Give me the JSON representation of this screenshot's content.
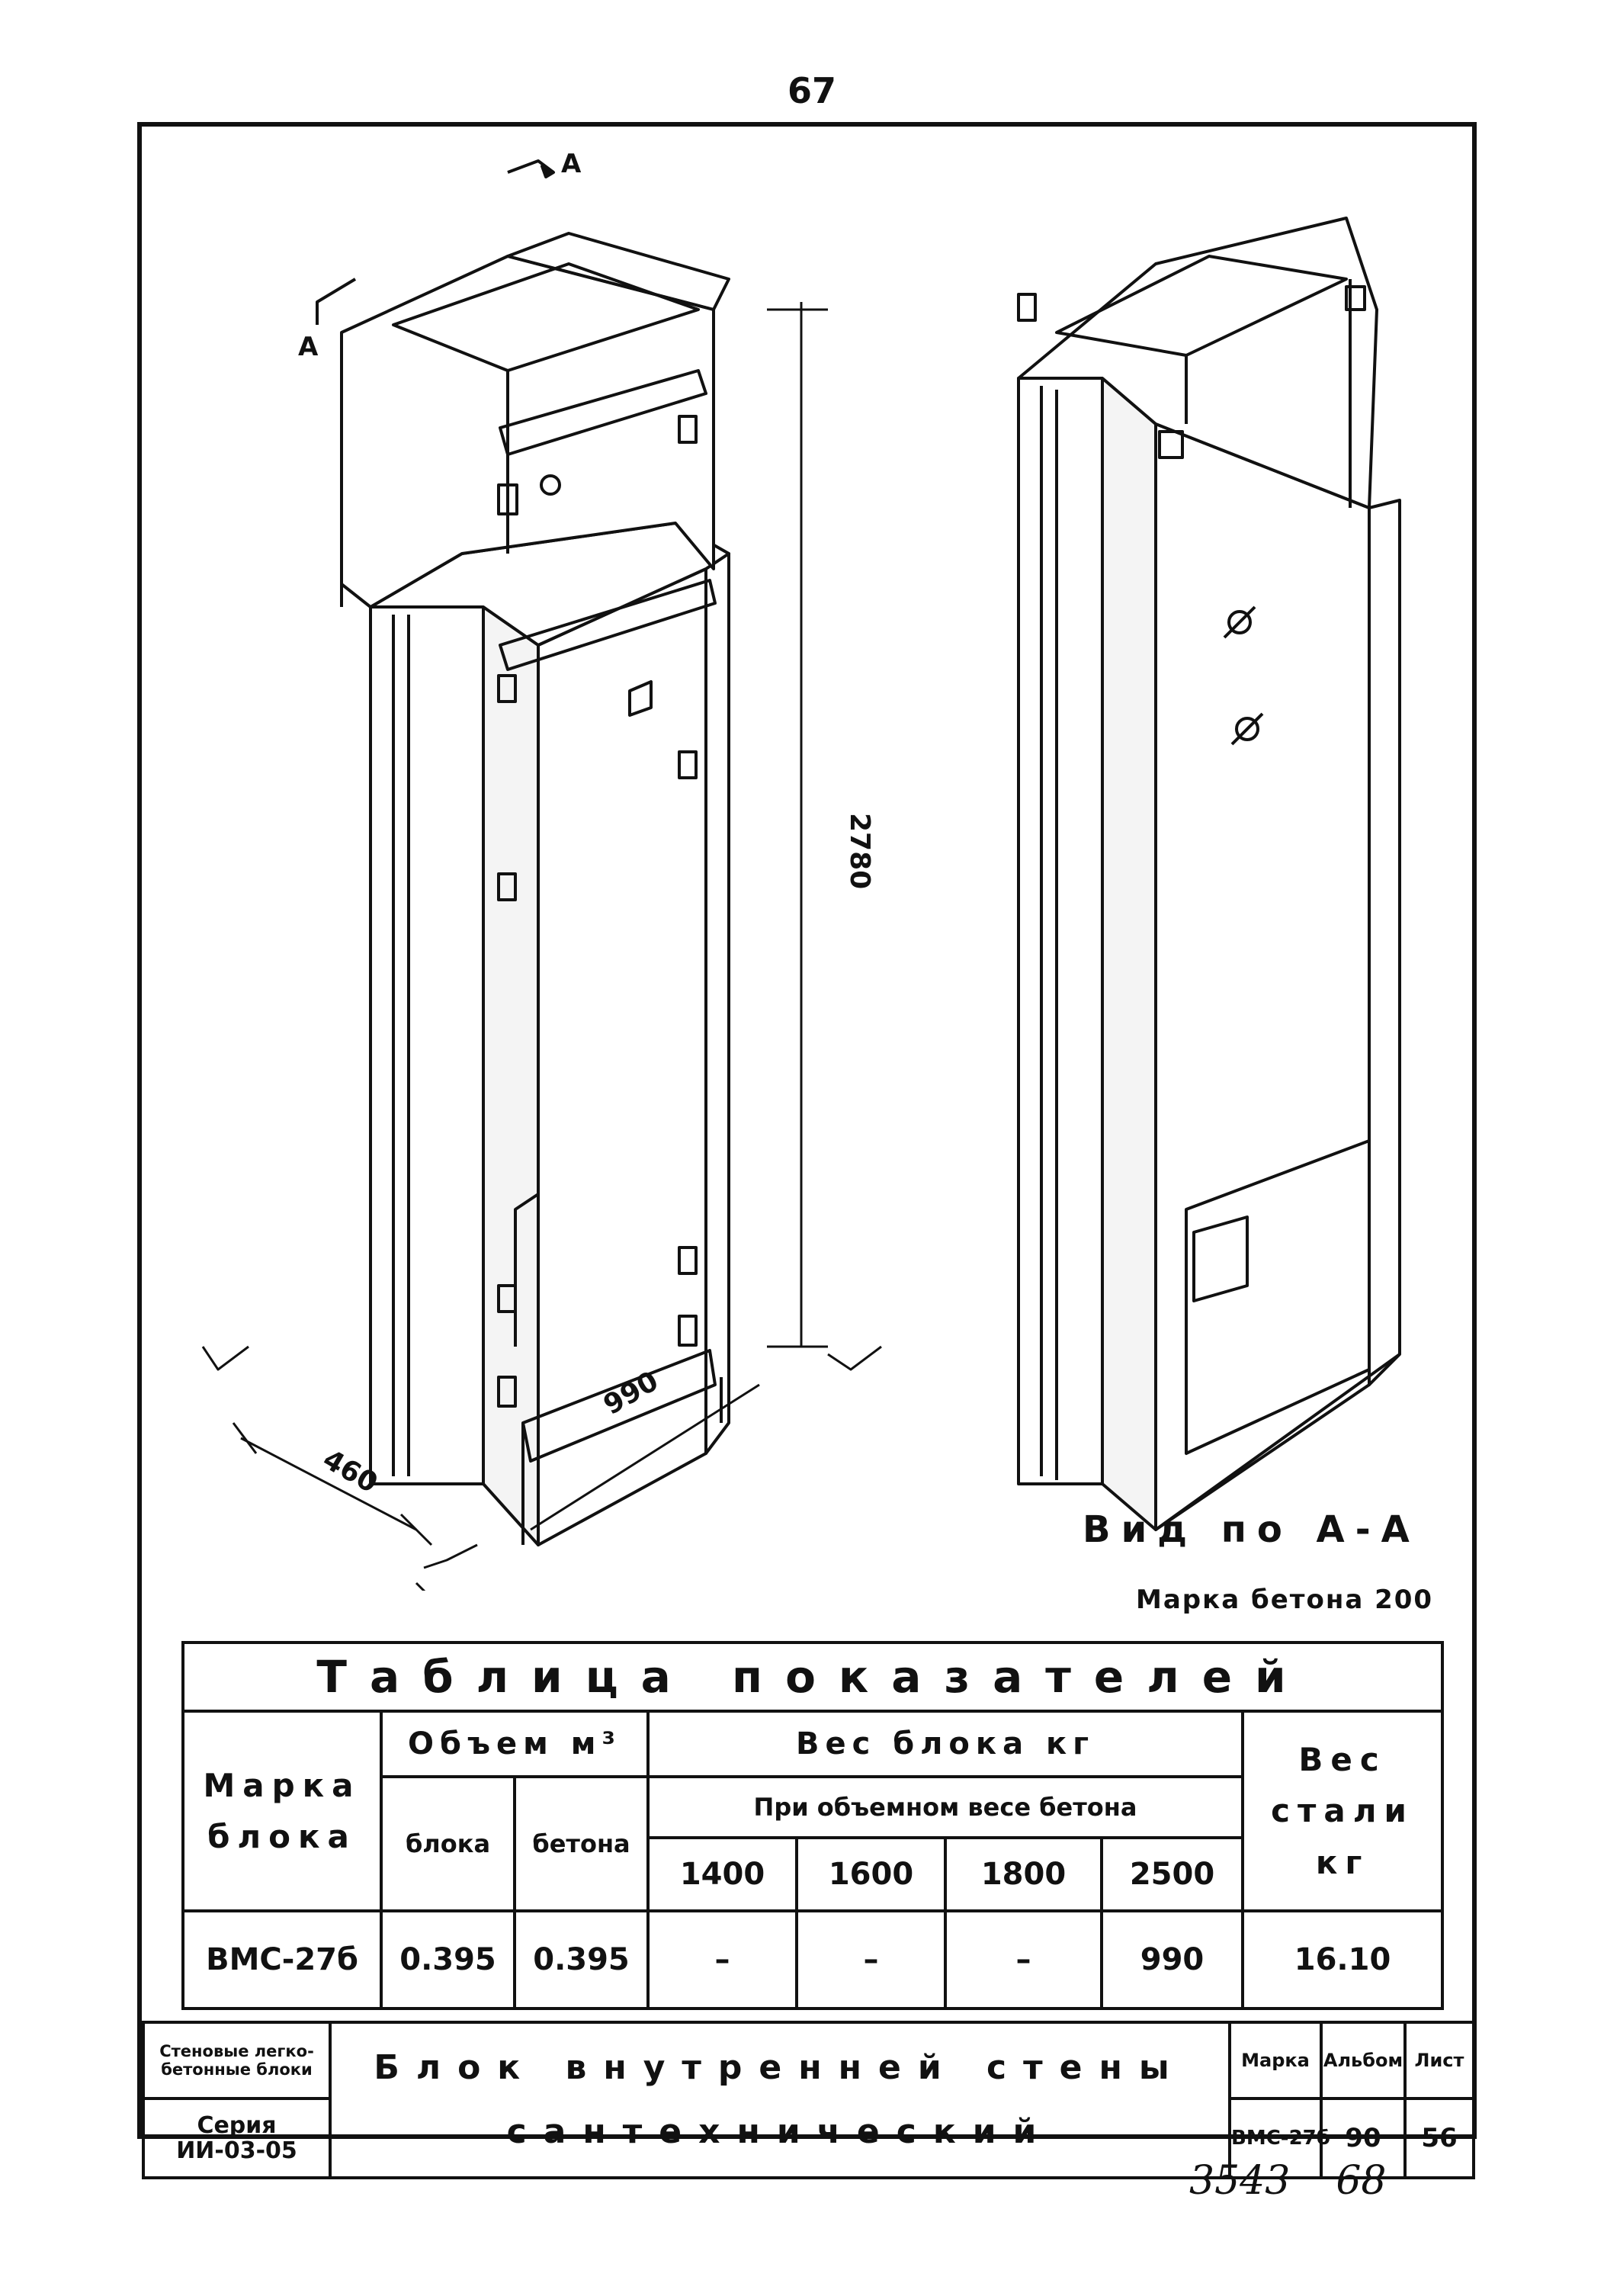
{
  "page_number": "67",
  "drawing": {
    "section_marker": "A",
    "dim_height": "2780",
    "dim_width": "990",
    "dim_depth": "460",
    "view_label": "Вид по А-А",
    "concrete_grade": "Марка бетона 200"
  },
  "indicators_table": {
    "title": "Таблица показателей",
    "col_mark": "Марка блока",
    "col_volume": "Объем м³",
    "col_volume_block": "блока",
    "col_volume_concrete": "бетона",
    "col_weight": "Вес блока кг",
    "col_weight_sub": "При объемном весе бетона",
    "densities": [
      "1400",
      "1600",
      "1800",
      "2500"
    ],
    "col_steel": "Вес стали кг",
    "row": {
      "mark": "ВМС-27б",
      "volume_block": "0.395",
      "volume_concrete": "0.395",
      "weights": [
        "–",
        "–",
        "–",
        "990"
      ],
      "steel": "16.10"
    }
  },
  "stamp": {
    "category": "Стеновые легко-бетонные блоки",
    "series_label": "Серия",
    "series_value": "ИИ-03-05",
    "title_line1": "Блок внутренней стены",
    "title_line2": "сантехнический",
    "mark_label": "Марка",
    "album_label": "Альбом",
    "sheet_label": "Лист",
    "mark_value": "ВМС-27б",
    "album_value": "90",
    "sheet_value": "56"
  },
  "handwritten": [
    "3543",
    "68"
  ]
}
